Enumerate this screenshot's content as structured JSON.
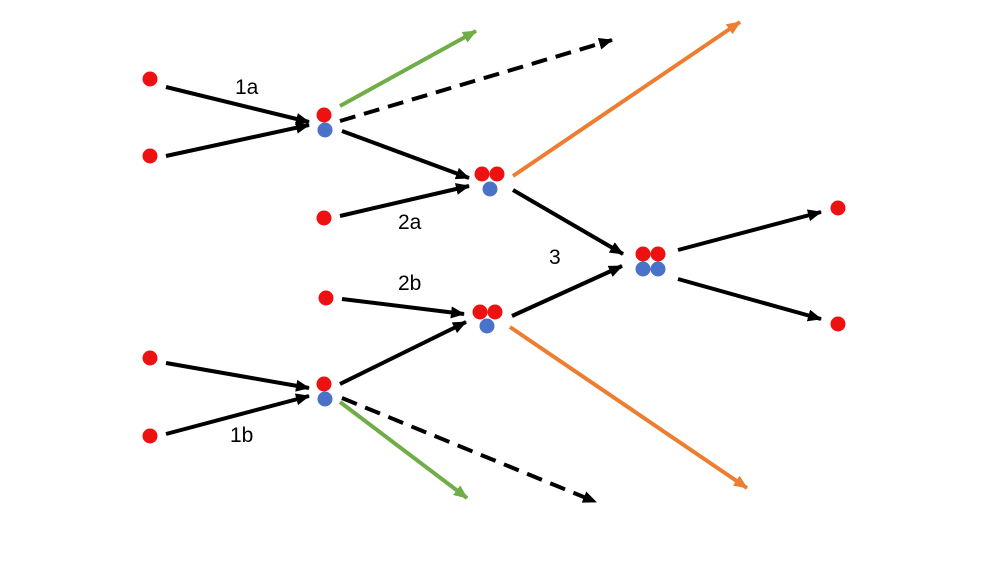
{
  "labels": {
    "step_1a": "1a",
    "step_1b": "1b",
    "step_2a": "2a",
    "step_2b": "2b",
    "step_3": "3"
  },
  "colors": {
    "background": "#ffffff",
    "red_particle": "#ee1111",
    "blue_particle": "#4a72c8",
    "black_arrow": "#000000",
    "green_arrow": "#70ad47",
    "orange_arrow": "#ed7d31"
  },
  "legend": []
}
